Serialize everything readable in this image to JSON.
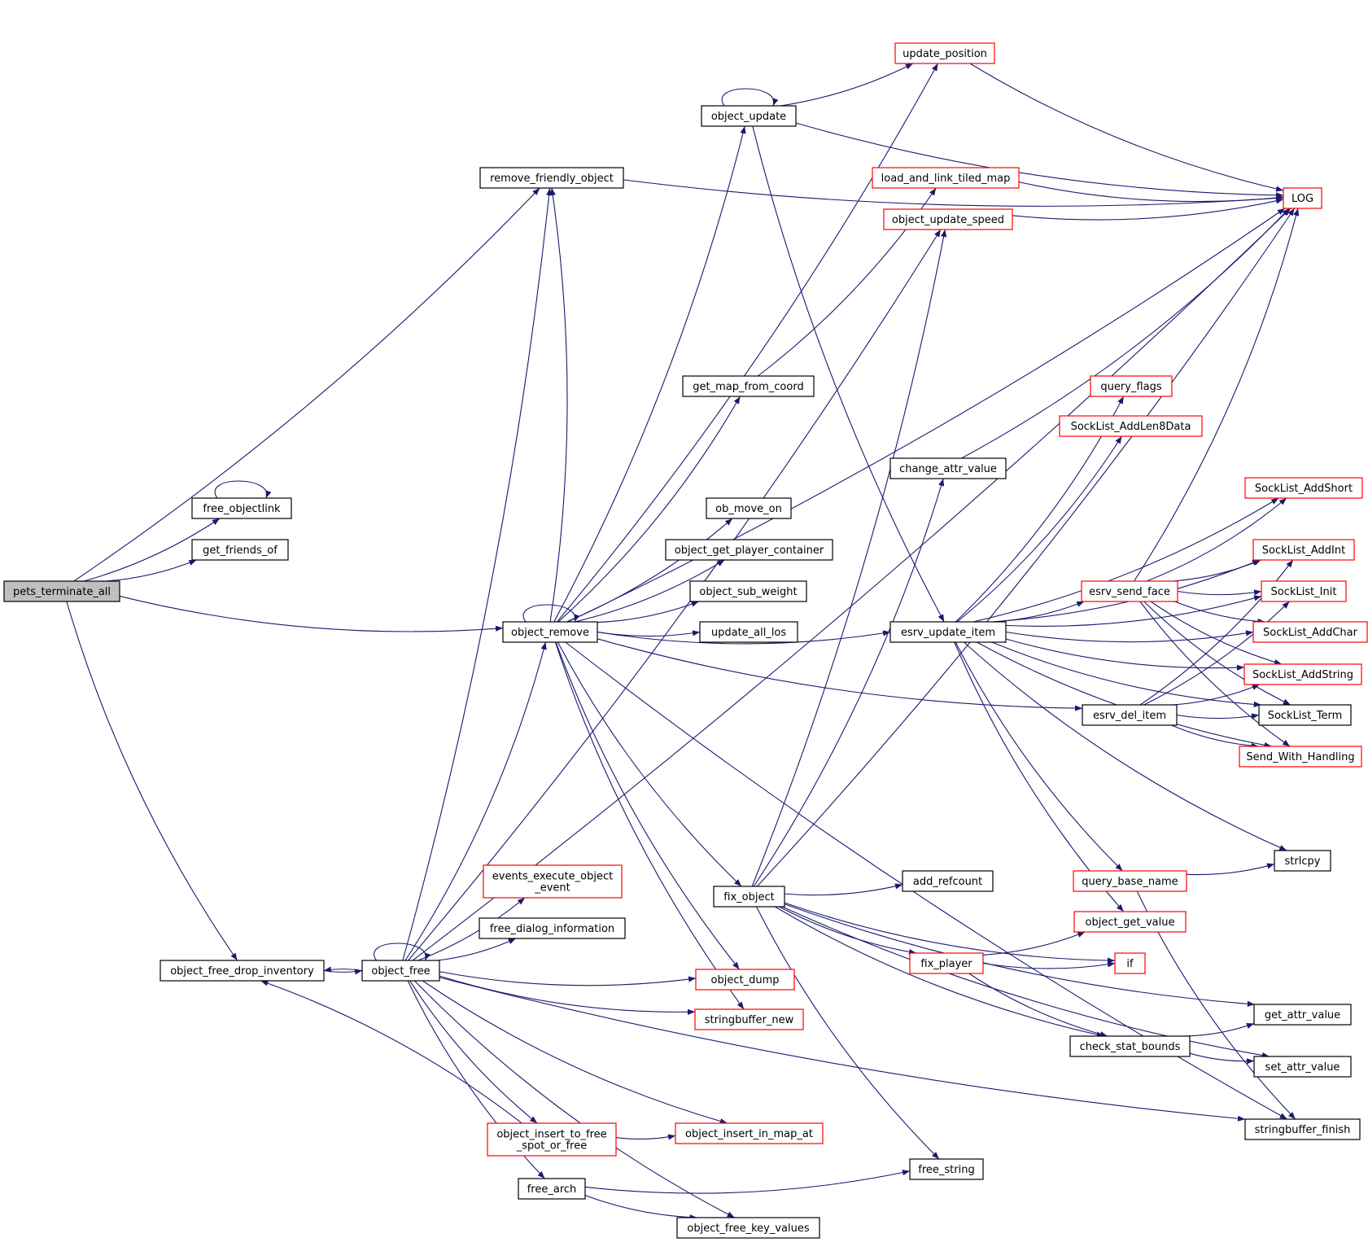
{
  "colors": {
    "edge": "#191970",
    "border_plain": "#000000",
    "border_red": "#ff0000",
    "root_fill": "#bfbfbf",
    "fill": "#ffffff"
  },
  "nodes": [
    {
      "id": "pets_terminate_all",
      "label": "pets_terminate_all",
      "style": "root"
    },
    {
      "id": "free_objectlink",
      "label": "free_objectlink",
      "style": "plain"
    },
    {
      "id": "get_friends_of",
      "label": "get_friends_of",
      "style": "plain"
    },
    {
      "id": "object_free_drop_inventory",
      "label": "object_free_drop_inventory",
      "style": "plain"
    },
    {
      "id": "object_free",
      "label": "object_free",
      "style": "plain"
    },
    {
      "id": "remove_friendly_object",
      "label": "remove_friendly_object",
      "style": "plain"
    },
    {
      "id": "object_remove",
      "label": "object_remove",
      "style": "plain"
    },
    {
      "id": "events_execute_object_event",
      "label": "events_execute_object\n_event",
      "style": "red"
    },
    {
      "id": "free_dialog_information",
      "label": "free_dialog_information",
      "style": "plain"
    },
    {
      "id": "object_insert_to_free_spot_or_free",
      "label": "object_insert_to_free\n_spot_or_free",
      "style": "red"
    },
    {
      "id": "free_arch",
      "label": "free_arch",
      "style": "plain"
    },
    {
      "id": "object_update",
      "label": "object_update",
      "style": "plain"
    },
    {
      "id": "get_map_from_coord",
      "label": "get_map_from_coord",
      "style": "plain"
    },
    {
      "id": "ob_move_on",
      "label": "ob_move_on",
      "style": "plain"
    },
    {
      "id": "object_get_player_container",
      "label": "object_get_player_container",
      "style": "plain"
    },
    {
      "id": "object_sub_weight",
      "label": "object_sub_weight",
      "style": "plain"
    },
    {
      "id": "update_all_los",
      "label": "update_all_los",
      "style": "plain"
    },
    {
      "id": "fix_object",
      "label": "fix_object",
      "style": "plain"
    },
    {
      "id": "object_dump",
      "label": "object_dump",
      "style": "red"
    },
    {
      "id": "stringbuffer_new",
      "label": "stringbuffer_new",
      "style": "red"
    },
    {
      "id": "object_insert_in_map_at",
      "label": "object_insert_in_map_at",
      "style": "red"
    },
    {
      "id": "object_free_key_values",
      "label": "object_free_key_values",
      "style": "plain"
    },
    {
      "id": "update_position",
      "label": "update_position",
      "style": "red"
    },
    {
      "id": "load_and_link_tiled_map",
      "label": "load_and_link_tiled_map",
      "style": "red"
    },
    {
      "id": "object_update_speed",
      "label": "object_update_speed",
      "style": "red"
    },
    {
      "id": "change_attr_value",
      "label": "change_attr_value",
      "style": "plain"
    },
    {
      "id": "esrv_update_item",
      "label": "esrv_update_item",
      "style": "plain"
    },
    {
      "id": "add_refcount",
      "label": "add_refcount",
      "style": "plain"
    },
    {
      "id": "fix_player",
      "label": "fix_player",
      "style": "red"
    },
    {
      "id": "check_stat_bounds",
      "label": "check_stat_bounds",
      "style": "plain"
    },
    {
      "id": "free_string",
      "label": "free_string",
      "style": "plain"
    },
    {
      "id": "query_flags",
      "label": "query_flags",
      "style": "red"
    },
    {
      "id": "SockList_AddLen8Data",
      "label": "SockList_AddLen8Data",
      "style": "red"
    },
    {
      "id": "esrv_send_face",
      "label": "esrv_send_face",
      "style": "red"
    },
    {
      "id": "esrv_del_item",
      "label": "esrv_del_item",
      "style": "plain"
    },
    {
      "id": "query_base_name",
      "label": "query_base_name",
      "style": "red"
    },
    {
      "id": "object_get_value",
      "label": "object_get_value",
      "style": "red"
    },
    {
      "id": "if",
      "label": "if",
      "style": "red"
    },
    {
      "id": "LOG",
      "label": "LOG",
      "style": "red"
    },
    {
      "id": "SockList_AddShort",
      "label": "SockList_AddShort",
      "style": "red"
    },
    {
      "id": "SockList_AddInt",
      "label": "SockList_AddInt",
      "style": "red"
    },
    {
      "id": "SockList_Init",
      "label": "SockList_Init",
      "style": "red"
    },
    {
      "id": "SockList_AddChar",
      "label": "SockList_AddChar",
      "style": "red"
    },
    {
      "id": "SockList_AddString",
      "label": "SockList_AddString",
      "style": "red"
    },
    {
      "id": "SockList_Term",
      "label": "SockList_Term",
      "style": "plain"
    },
    {
      "id": "Send_With_Handling",
      "label": "Send_With_Handling",
      "style": "red"
    },
    {
      "id": "strlcpy",
      "label": "strlcpy",
      "style": "plain"
    },
    {
      "id": "get_attr_value",
      "label": "get_attr_value",
      "style": "plain"
    },
    {
      "id": "set_attr_value",
      "label": "set_attr_value",
      "style": "plain"
    },
    {
      "id": "stringbuffer_finish",
      "label": "stringbuffer_finish",
      "style": "plain"
    }
  ],
  "edges": [
    [
      "pets_terminate_all",
      "free_objectlink"
    ],
    [
      "pets_terminate_all",
      "get_friends_of"
    ],
    [
      "pets_terminate_all",
      "object_free_drop_inventory"
    ],
    [
      "pets_terminate_all",
      "remove_friendly_object"
    ],
    [
      "pets_terminate_all",
      "object_remove"
    ],
    [
      "free_objectlink",
      "free_objectlink"
    ],
    [
      "object_free_drop_inventory",
      "object_free"
    ],
    [
      "object_free",
      "object_free_drop_inventory"
    ],
    [
      "object_free",
      "object_free"
    ],
    [
      "object_free",
      "remove_friendly_object"
    ],
    [
      "object_free",
      "object_remove"
    ],
    [
      "object_free",
      "events_execute_object_event"
    ],
    [
      "object_free",
      "free_dialog_information"
    ],
    [
      "object_free",
      "object_dump"
    ],
    [
      "object_free",
      "stringbuffer_new"
    ],
    [
      "object_free",
      "object_insert_to_free_spot_or_free"
    ],
    [
      "object_free",
      "object_insert_in_map_at"
    ],
    [
      "object_free",
      "free_arch"
    ],
    [
      "object_free",
      "object_free_key_values"
    ],
    [
      "object_free",
      "stringbuffer_finish"
    ],
    [
      "object_free",
      "object_update_speed"
    ],
    [
      "object_free",
      "LOG"
    ],
    [
      "object_insert_to_free_spot_or_free",
      "object_free_drop_inventory"
    ],
    [
      "object_insert_to_free_spot_or_free",
      "object_insert_in_map_at"
    ],
    [
      "free_arch",
      "free_string"
    ],
    [
      "free_arch",
      "object_free_key_values"
    ],
    [
      "remove_friendly_object",
      "LOG"
    ],
    [
      "object_remove",
      "object_remove"
    ],
    [
      "object_remove",
      "remove_friendly_object"
    ],
    [
      "object_remove",
      "object_update"
    ],
    [
      "object_remove",
      "update_position"
    ],
    [
      "object_remove",
      "get_map_from_coord"
    ],
    [
      "object_remove",
      "ob_move_on"
    ],
    [
      "object_remove",
      "object_get_player_container"
    ],
    [
      "object_remove",
      "object_sub_weight"
    ],
    [
      "object_remove",
      "update_all_los"
    ],
    [
      "object_remove",
      "fix_object"
    ],
    [
      "object_remove",
      "object_dump"
    ],
    [
      "object_remove",
      "stringbuffer_new"
    ],
    [
      "object_remove",
      "esrv_update_item"
    ],
    [
      "object_remove",
      "esrv_del_item"
    ],
    [
      "object_remove",
      "LOG"
    ],
    [
      "object_remove",
      "stringbuffer_finish"
    ],
    [
      "object_update",
      "object_update"
    ],
    [
      "object_update",
      "update_position"
    ],
    [
      "object_update",
      "LOG"
    ],
    [
      "object_update",
      "esrv_update_item"
    ],
    [
      "update_position",
      "LOG"
    ],
    [
      "get_map_from_coord",
      "load_and_link_tiled_map"
    ],
    [
      "load_and_link_tiled_map",
      "LOG"
    ],
    [
      "object_update_speed",
      "LOG"
    ],
    [
      "fix_object",
      "object_update_speed"
    ],
    [
      "fix_object",
      "LOG"
    ],
    [
      "fix_object",
      "change_attr_value"
    ],
    [
      "fix_object",
      "add_refcount"
    ],
    [
      "fix_object",
      "fix_player"
    ],
    [
      "fix_object",
      "if"
    ],
    [
      "fix_object",
      "get_attr_value"
    ],
    [
      "fix_object",
      "check_stat_bounds"
    ],
    [
      "fix_object",
      "set_attr_value"
    ],
    [
      "fix_object",
      "free_string"
    ],
    [
      "change_attr_value",
      "LOG"
    ],
    [
      "fix_player",
      "object_get_value"
    ],
    [
      "fix_player",
      "if"
    ],
    [
      "fix_player",
      "check_stat_bounds"
    ],
    [
      "check_stat_bounds",
      "get_attr_value"
    ],
    [
      "check_stat_bounds",
      "set_attr_value"
    ],
    [
      "esrv_update_item",
      "query_flags"
    ],
    [
      "esrv_update_item",
      "SockList_AddLen8Data"
    ],
    [
      "esrv_update_item",
      "SockList_AddShort"
    ],
    [
      "esrv_update_item",
      "SockList_AddInt"
    ],
    [
      "esrv_update_item",
      "SockList_Init"
    ],
    [
      "esrv_update_item",
      "esrv_send_face"
    ],
    [
      "esrv_update_item",
      "SockList_AddChar"
    ],
    [
      "esrv_update_item",
      "SockList_AddString"
    ],
    [
      "esrv_update_item",
      "SockList_Term"
    ],
    [
      "esrv_update_item",
      "Send_With_Handling"
    ],
    [
      "esrv_update_item",
      "strlcpy"
    ],
    [
      "esrv_update_item",
      "query_base_name"
    ],
    [
      "esrv_update_item",
      "object_get_value"
    ],
    [
      "esrv_send_face",
      "LOG"
    ],
    [
      "esrv_send_face",
      "SockList_AddShort"
    ],
    [
      "esrv_send_face",
      "SockList_AddInt"
    ],
    [
      "esrv_send_face",
      "SockList_Init"
    ],
    [
      "esrv_send_face",
      "SockList_AddChar"
    ],
    [
      "esrv_send_face",
      "SockList_AddString"
    ],
    [
      "esrv_send_face",
      "SockList_Term"
    ],
    [
      "esrv_send_face",
      "Send_With_Handling"
    ],
    [
      "esrv_del_item",
      "SockList_Init"
    ],
    [
      "esrv_del_item",
      "SockList_AddInt"
    ],
    [
      "esrv_del_item",
      "SockList_AddString"
    ],
    [
      "esrv_del_item",
      "SockList_Term"
    ],
    [
      "esrv_del_item",
      "Send_With_Handling"
    ],
    [
      "query_base_name",
      "strlcpy"
    ],
    [
      "query_base_name",
      "stringbuffer_finish"
    ]
  ]
}
